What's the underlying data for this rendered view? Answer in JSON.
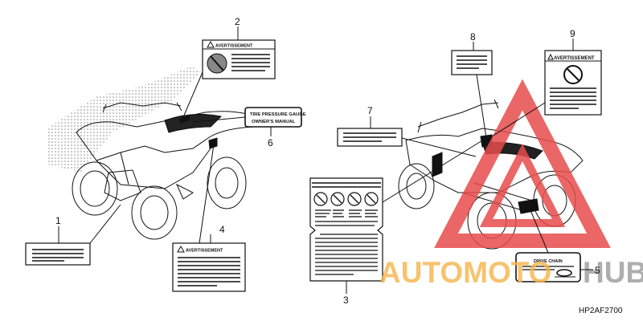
{
  "diagram": {
    "code": "HP2AF2700",
    "callouts": [
      "1",
      "2",
      "3",
      "4",
      "5",
      "6",
      "7",
      "8",
      "9"
    ],
    "label_texts": {
      "warning_2": "AVERTISSEMENT",
      "warning_4": "AVERTISSEMENT",
      "warning_9": "AVERTISSEMENT",
      "tire_line1": "TIRE PRESSURE GAUGE",
      "tire_line2": "OWNER'S MANUAL",
      "chain": "DRIVE CHAIN"
    },
    "watermark": {
      "text_auto": "AUTOMOTO",
      "text_hub": "HUB",
      "color_red": "#e84c4c",
      "color_orange": "#f6b54a",
      "color_gray": "#a0a0a0"
    }
  }
}
